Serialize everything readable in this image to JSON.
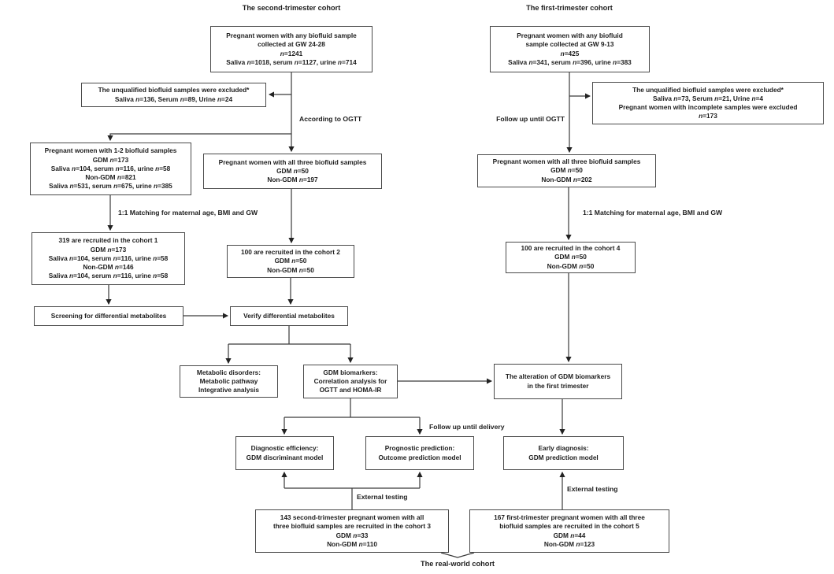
{
  "titles": {
    "second_trimester": "The second-trimester cohort",
    "first_trimester": "The first-trimester cohort",
    "real_world": "The real-world cohort"
  },
  "labels": {
    "according_to_ogtt": "According to OGTT",
    "follow_up_until_ogtt": "Follow up until OGTT",
    "matching_left": "1:1 Matching for maternal age, BMI and GW",
    "matching_right": "1:1 Matching for maternal age, BMI and GW",
    "follow_up_until_delivery": "Follow up until delivery",
    "external_testing_left": "External testing",
    "external_testing_right": "External testing"
  },
  "boxes": {
    "st_population": {
      "lines": [
        "Pregnant women with any biofluid sample",
        "collected at GW 24-28",
        "n=1241",
        "Saliva n=1018, serum n=1127, urine n=714"
      ]
    },
    "ft_population": {
      "lines": [
        "Pregnant women with any biofluid",
        "sample collected at GW 9-13",
        "n=425",
        "Saliva n=341, serum n=396, urine n=383"
      ]
    },
    "st_excluded": {
      "lines": [
        "The unqualified biofluid samples were excluded*",
        "Saliva n=136, Serum n=89, Urine n=24"
      ]
    },
    "ft_excluded": {
      "lines": [
        "The unqualified biofluid samples were excluded*",
        "Saliva n=73, Serum n=21, Urine n=4",
        "Pregnant women with incomplete samples were excluded",
        "n=173"
      ]
    },
    "st_partial": {
      "lines": [
        "Pregnant women with 1-2 biofluid samples",
        "GDM n=173",
        "Saliva n=104, serum n=116, urine n=58",
        "Non-GDM n=821",
        "Saliva n=531, serum n=675, urine n=385"
      ]
    },
    "st_complete": {
      "lines": [
        "Pregnant women with all three biofluid samples",
        "GDM n=50",
        "Non-GDM n=197"
      ]
    },
    "ft_complete": {
      "lines": [
        "Pregnant women with all three biofluid samples",
        "GDM n=50",
        "Non-GDM n=202"
      ]
    },
    "cohort1": {
      "lines": [
        "319 are recruited in the cohort 1",
        "GDM n=173",
        "Saliva n=104, serum n=116, urine n=58",
        "Non-GDM n=146",
        "Saliva n=104, serum n=116, urine n=58"
      ]
    },
    "cohort2": {
      "lines": [
        "100 are recruited in the cohort 2",
        "GDM n=50",
        "Non-GDM n=50"
      ]
    },
    "cohort4": {
      "lines": [
        "100 are recruited in the cohort 4",
        "GDM n=50",
        "Non-GDM n=50"
      ]
    },
    "screening": {
      "lines": [
        "Screening for differential metabolites"
      ]
    },
    "verify": {
      "lines": [
        "Verify differential metabolites"
      ]
    },
    "metabolic": {
      "lines": [
        "Metabolic disorders:",
        "Metabolic pathway",
        "Integrative analysis"
      ]
    },
    "biomarkers": {
      "lines": [
        "GDM biomarkers:",
        "Correlation analysis for",
        "OGTT and HOMA-IR"
      ]
    },
    "alteration": {
      "lines": [
        "The alteration of GDM biomarkers",
        "in the first trimester"
      ]
    },
    "diagnostic": {
      "lines": [
        "Diagnostic efficiency:",
        "GDM discriminant model"
      ]
    },
    "prognostic": {
      "lines": [
        "Prognostic prediction:",
        "Outcome prediction model"
      ]
    },
    "early": {
      "lines": [
        "Early diagnosis:",
        "GDM prediction model"
      ]
    },
    "cohort3": {
      "lines": [
        "143 second-trimester pregnant women with all",
        "three biofluid samples are recruited in the cohort 3",
        "GDM n=33",
        "Non-GDM n=110"
      ]
    },
    "cohort5": {
      "lines": [
        "167 first-trimester pregnant women with all three",
        "biofluid samples are recruited in the cohort 5",
        "GDM n=44",
        "Non-GDM n=123"
      ]
    }
  },
  "style": {
    "line_color": "#3a3a3a",
    "box_border": "#4a4a4a",
    "text_color": "#1d1d1d"
  }
}
